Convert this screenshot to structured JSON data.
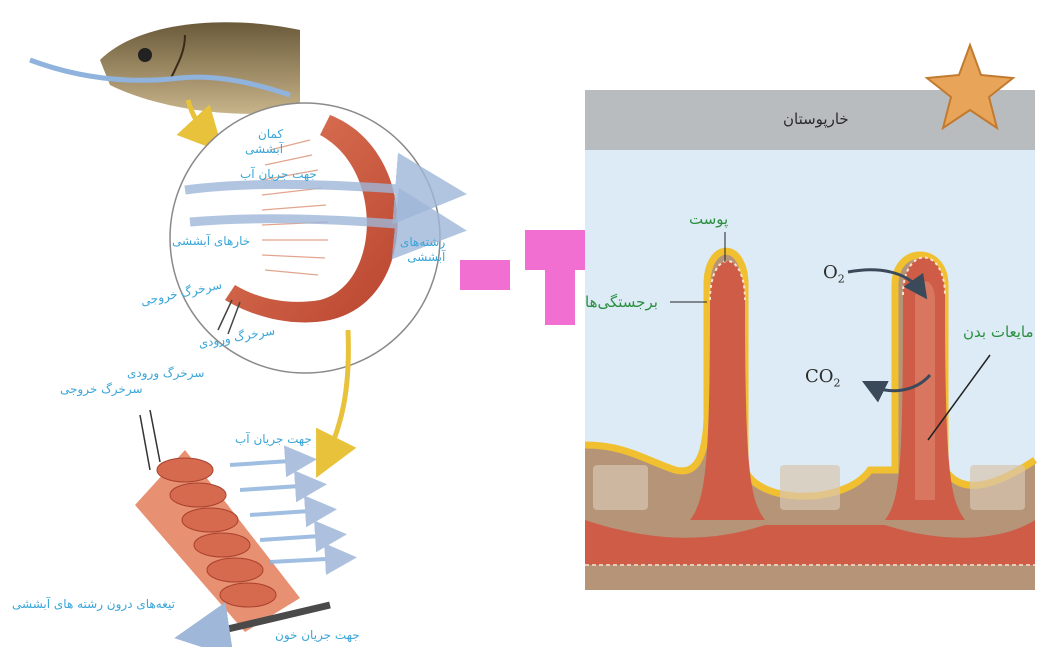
{
  "left": {
    "gill_arch": "کمان\nآبششی",
    "water_flow_1": "جهت جریان آب",
    "gill_rakers": "خارهای آبششی",
    "gill_filaments": "رشته‌های\nآبششی",
    "outlet_artery_1": "سرخرگ خروجی",
    "inlet_artery_1": "سرخرگ ورودی",
    "inlet_artery_2": "سرخرگ ورودی",
    "outlet_artery_2": "سرخرگ خروجی",
    "water_flow_2": "جهت جریان آب",
    "lamellae": "تیغه‌های درون رشته‌ های آبششی",
    "blood_flow": "جهت جریان خون"
  },
  "right": {
    "title": "خارپوستان",
    "skin": "پوست",
    "projections": "برجستگی‌ها",
    "body_fluid": "مایعات بدن",
    "o2_symbol": "O",
    "o2_sub": "2",
    "co2_symbol": "CO",
    "co2_sub": "2"
  },
  "colors": {
    "label_blue": "#3aa6d8",
    "label_green": "#2a8f3f",
    "tissue_red": "#c95a45",
    "water_blue": "#dcebf5",
    "watermark_pink": "#f06fd0"
  }
}
